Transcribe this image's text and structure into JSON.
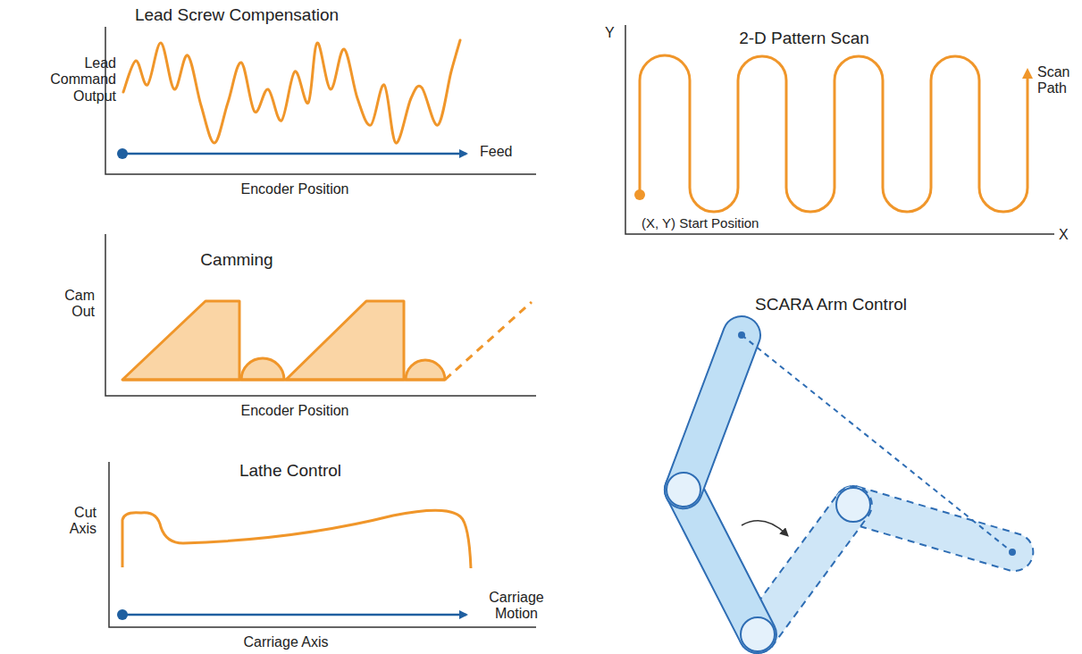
{
  "diagram": {
    "labels": [
      "Lead Screw Compensation",
      "Lead Command Output",
      "Feed",
      "Encoder Position",
      "Camming",
      "Cam Out",
      "Encoder Position",
      "Lathe Control",
      "Cut Axis",
      "Carriage Motion",
      "Carriage Axis",
      "2-D Pattern Scan",
      "Y",
      "Scan Path",
      "(X, Y) Start Position",
      "X",
      "SCARA Arm Control"
    ]
  }
}
